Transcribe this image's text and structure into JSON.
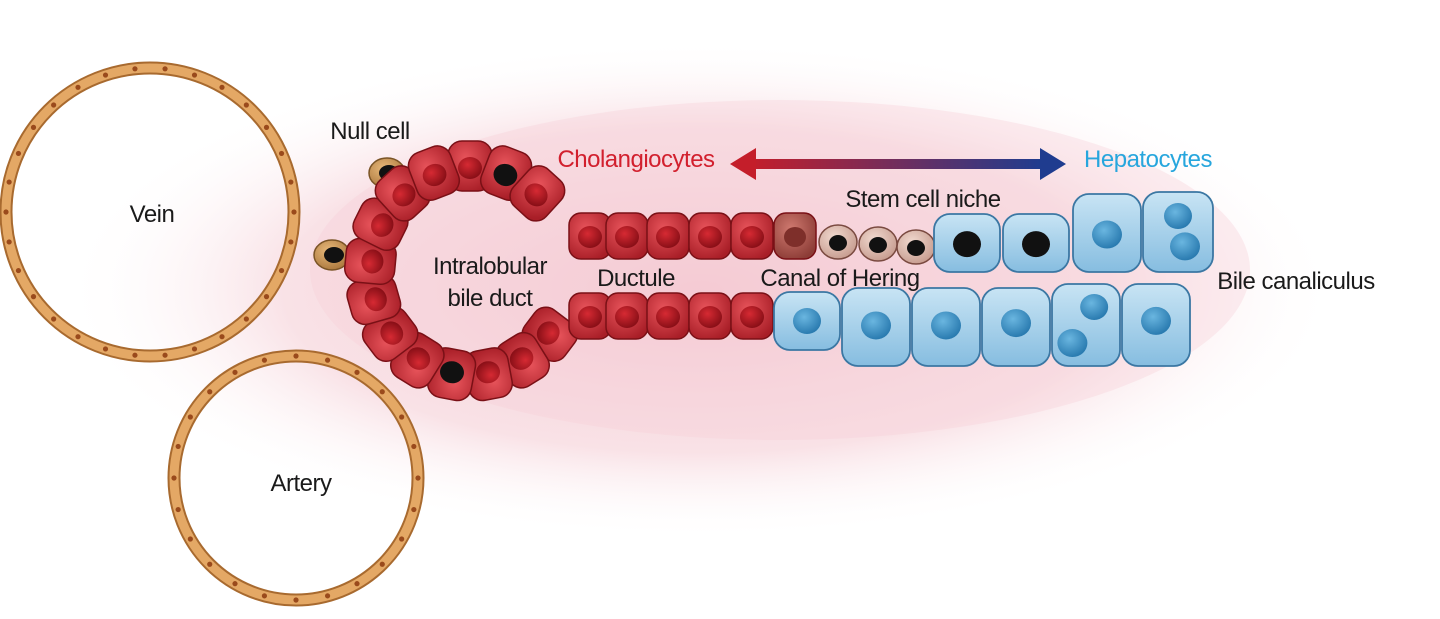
{
  "labels": {
    "vein": "Vein",
    "artery": "Artery",
    "null_cell": "Null cell",
    "cholangiocytes": "Cholangiocytes",
    "hepatocytes": "Hepatocytes",
    "stem_cell_niche": "Stem cell niche",
    "intralobular_line1": "Intralobular",
    "intralobular_line2": "bile duct",
    "ductule": "Ductule",
    "canal_of_hering": "Canal of Hering",
    "bile_canaliculus": "Bile canaliculus"
  },
  "colors": {
    "cholangiocyte": "#c9323a",
    "cholangiocyte_nucleus": "#a3141d",
    "hepatocyte": "#a9d3ec",
    "hepatocyte_nucleus": "#3f95c7",
    "vessel_wall": "#e0a35e",
    "background_glow": "#f6d5dc",
    "arrow_red": "#c41e2a",
    "arrow_blue": "#1f3c8f"
  }
}
